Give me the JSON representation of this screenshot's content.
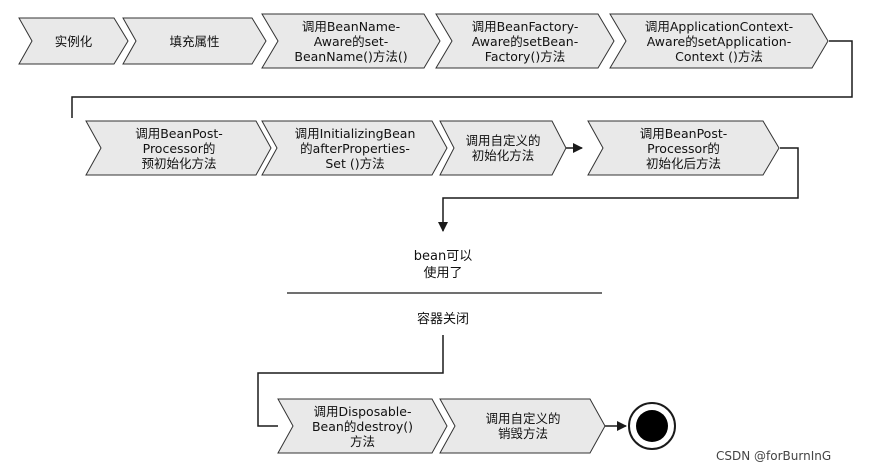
{
  "colors": {
    "step_fill": "#e9e9e9",
    "step_stroke": "#333333",
    "line": "#1a1a1a",
    "end_inner": "#000000"
  },
  "steps": {
    "instantiate": "实例化",
    "populate_properties": "填充属性",
    "set_bean_name": "调用BeanName-\nAware的set-\nBeanName()方法()",
    "set_bean_factory": "调用BeanFactory-\nAware的setBean-\nFactory()方法",
    "set_application_context": "调用ApplicationContext-\nAware的setApplication-\nContext ()方法",
    "post_process_before_init": "调用BeanPost-\nProcessor的\n预初始化方法",
    "after_properties_set": "调用InitializingBean\n的afterProperties-\nSet ()方法",
    "custom_init": "调用自定义的\n初始化方法",
    "post_process_after_init": "调用BeanPost-\nProcessor的\n初始化后方法",
    "disposable_destroy": "调用Disposable-\nBean的destroy()\n方法",
    "custom_destroy": "调用自定义的\n销毁方法"
  },
  "state": {
    "bean_ready": "bean可以\n使用了",
    "container_close": "容器关闭"
  },
  "end_node": "end-state-icon",
  "watermark": "CSDN @forBurnInG"
}
